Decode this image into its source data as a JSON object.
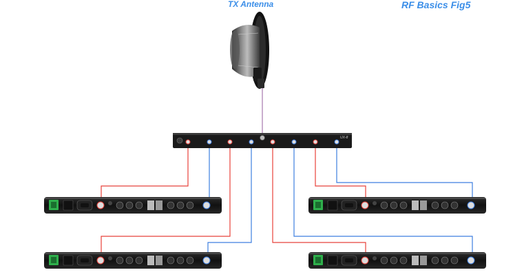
{
  "labels": {
    "antenna": "TX Antenna",
    "figure": "RF Basics Fig5"
  },
  "combiner": {
    "model": "UX-8",
    "port_count": 8
  },
  "transmitters": [
    {
      "id": "tx-top-left"
    },
    {
      "id": "tx-bottom-left"
    },
    {
      "id": "tx-top-right"
    },
    {
      "id": "tx-bottom-right"
    }
  ],
  "colors": {
    "red_cable": "#e8413a",
    "blue_cable": "#3d7ee0",
    "antenna_cable": "#b48ab8",
    "label": "#3b8ee8",
    "unit_body": "#1b1b1b",
    "power_button": "#2fb04c"
  },
  "icons": [
    "antenna-icon",
    "combiner-icon",
    "transmitter-icon",
    "power-button-icon",
    "bnc-connector-icon"
  ]
}
